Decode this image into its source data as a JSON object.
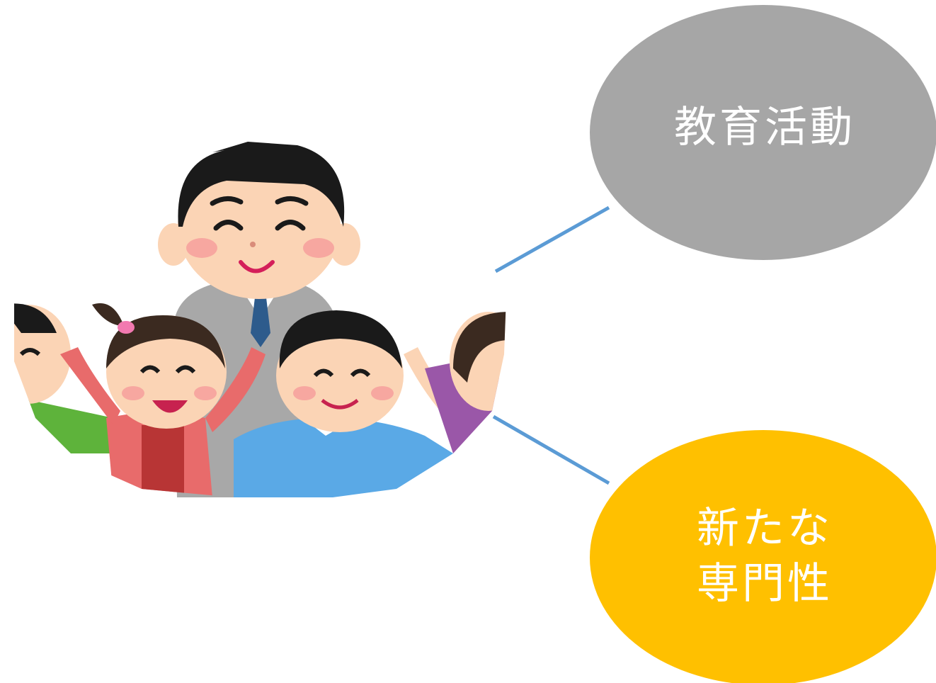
{
  "colors": {
    "top_node": "#a6a6a6",
    "bottom_node": "#ffc000",
    "connector": "#5b9bd5",
    "node_text": "#ffffff"
  },
  "illustration": {
    "subject": "teacher-with-children-illustration"
  },
  "nodes": {
    "top": {
      "label": "教育活動"
    },
    "bottom": {
      "line1": "新たな",
      "line2": "専門性"
    }
  }
}
